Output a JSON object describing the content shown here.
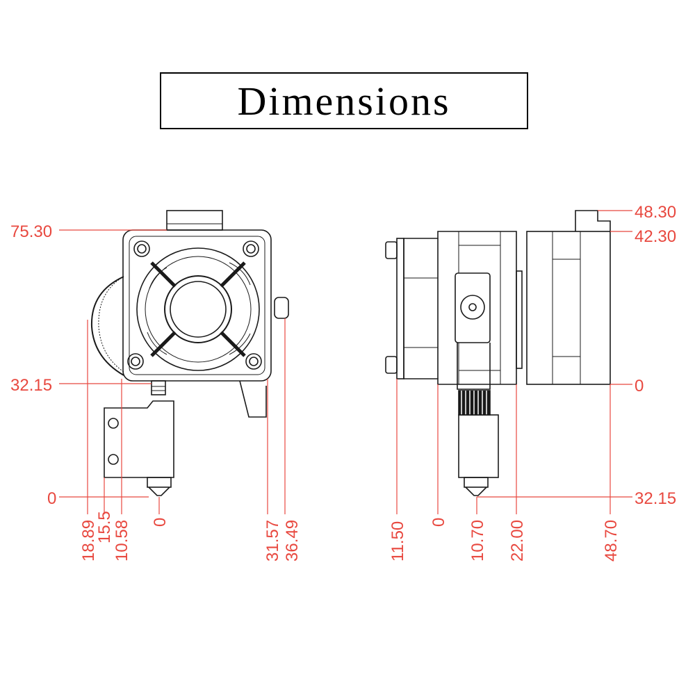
{
  "title": "Dimensions",
  "colors": {
    "dimension": "#e8483f",
    "outline": "#1a1a1a",
    "background": "#ffffff"
  },
  "front_view": {
    "left_labels": [
      "75.30",
      "32.15",
      "0"
    ],
    "bottom_labels": [
      "18.89",
      "15.5",
      "10.58",
      "0",
      "31.57",
      "36.49"
    ]
  },
  "side_view": {
    "right_labels": [
      "48.30",
      "42.30",
      "0",
      "32.15"
    ],
    "bottom_labels": [
      "11.50",
      "0",
      "10.70",
      "22.00",
      "48.70"
    ]
  }
}
